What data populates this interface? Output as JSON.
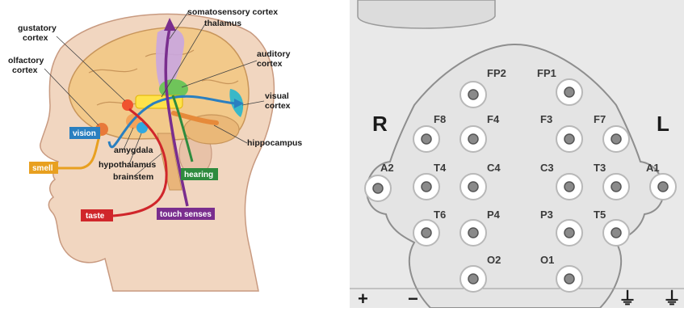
{
  "brain_figure": {
    "region_labels": {
      "somatosensory": "somatosensory cortex",
      "thalamus": "thalamus",
      "gustatory_1": "gustatory",
      "gustatory_2": "cortex",
      "olfactory_1": "olfactory",
      "olfactory_2": "cortex",
      "auditory_1": "auditory",
      "auditory_2": "cortex",
      "visual_1": "visual",
      "visual_2": "cortex",
      "hippocampus": "hippocampus",
      "amygdala": "amygdala",
      "hypothalamus": "hypothalamus",
      "brainstem": "brainstem"
    },
    "sense_tags": {
      "vision": "vision",
      "smell": "smell",
      "hearing": "hearing",
      "taste": "taste",
      "touch": "touch senses"
    },
    "colors": {
      "vision": "#2a7fc0",
      "smell": "#e8a020",
      "hearing": "#2e8b3e",
      "taste": "#d0262b",
      "touch": "#7a2e8e",
      "skin": "#f1d6c0",
      "brain": "#f2c98a"
    }
  },
  "eeg_cap": {
    "side_right": "R",
    "side_left": "L",
    "electrodes": {
      "fp2": "FP2",
      "fp1": "FP1",
      "f8": "F8",
      "f4": "F4",
      "f3": "F3",
      "f7": "F7",
      "a2": "A2",
      "t4": "T4",
      "c4": "C4",
      "c3": "C3",
      "t3": "T3",
      "a1": "A1",
      "t6": "T6",
      "p4": "P4",
      "p3": "P3",
      "t5": "T5",
      "o2": "O2",
      "o1": "O1"
    },
    "bottom_symbols": {
      "plus": "+",
      "minus": "−",
      "ground_1": "⏚",
      "ground_2": "⏚"
    }
  }
}
